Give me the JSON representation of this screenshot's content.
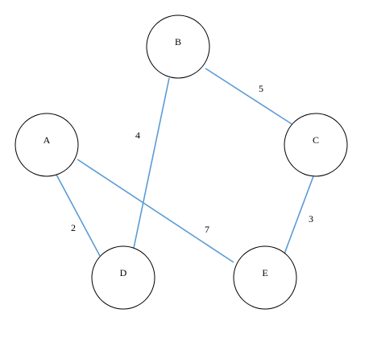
{
  "colors": {
    "edge": "#5b9bd5",
    "node_stroke": "#000000",
    "node_fill": "#ffffff",
    "text": "#000000"
  },
  "nodes": [
    {
      "id": "A",
      "label": "A"
    },
    {
      "id": "B",
      "label": "B"
    },
    {
      "id": "C",
      "label": "C"
    },
    {
      "id": "D",
      "label": "D"
    },
    {
      "id": "E",
      "label": "E"
    }
  ],
  "edges": [
    {
      "from": "B",
      "to": "C",
      "weight": "5"
    },
    {
      "from": "B",
      "to": "D",
      "weight": "4"
    },
    {
      "from": "A",
      "to": "D",
      "weight": "2"
    },
    {
      "from": "A",
      "to": "E",
      "weight": "7"
    },
    {
      "from": "C",
      "to": "E",
      "weight": "3"
    }
  ]
}
